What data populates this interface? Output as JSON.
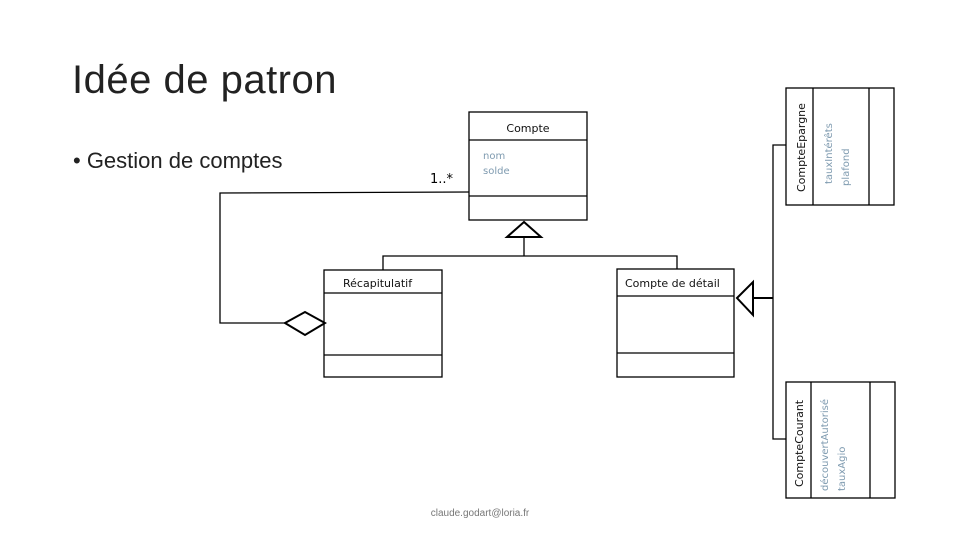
{
  "slide": {
    "title": "Idée de patron",
    "bullet": "• Gestion de comptes",
    "footer": "claude.godart@loria.fr"
  },
  "diagram": {
    "classes": {
      "compte": {
        "name": "Compte",
        "attributes": [
          "nom",
          "solde"
        ]
      },
      "recapitulatif": {
        "name": "Récapitulatif",
        "attributes": []
      },
      "compte_detail": {
        "name": "Compte de détail",
        "attributes": []
      },
      "compte_epargne": {
        "name": "CompteEpargne",
        "attributes": [
          "tauxIntérêts",
          "plafond"
        ]
      },
      "compte_courant": {
        "name": "CompteCourant",
        "attributes": [
          "découvertAutorisé",
          "tauxAgio"
        ]
      }
    },
    "aggregation_multiplicity": "1..*",
    "colors": {
      "line": "#000000",
      "attribute_text": "#7f9bb0"
    }
  }
}
